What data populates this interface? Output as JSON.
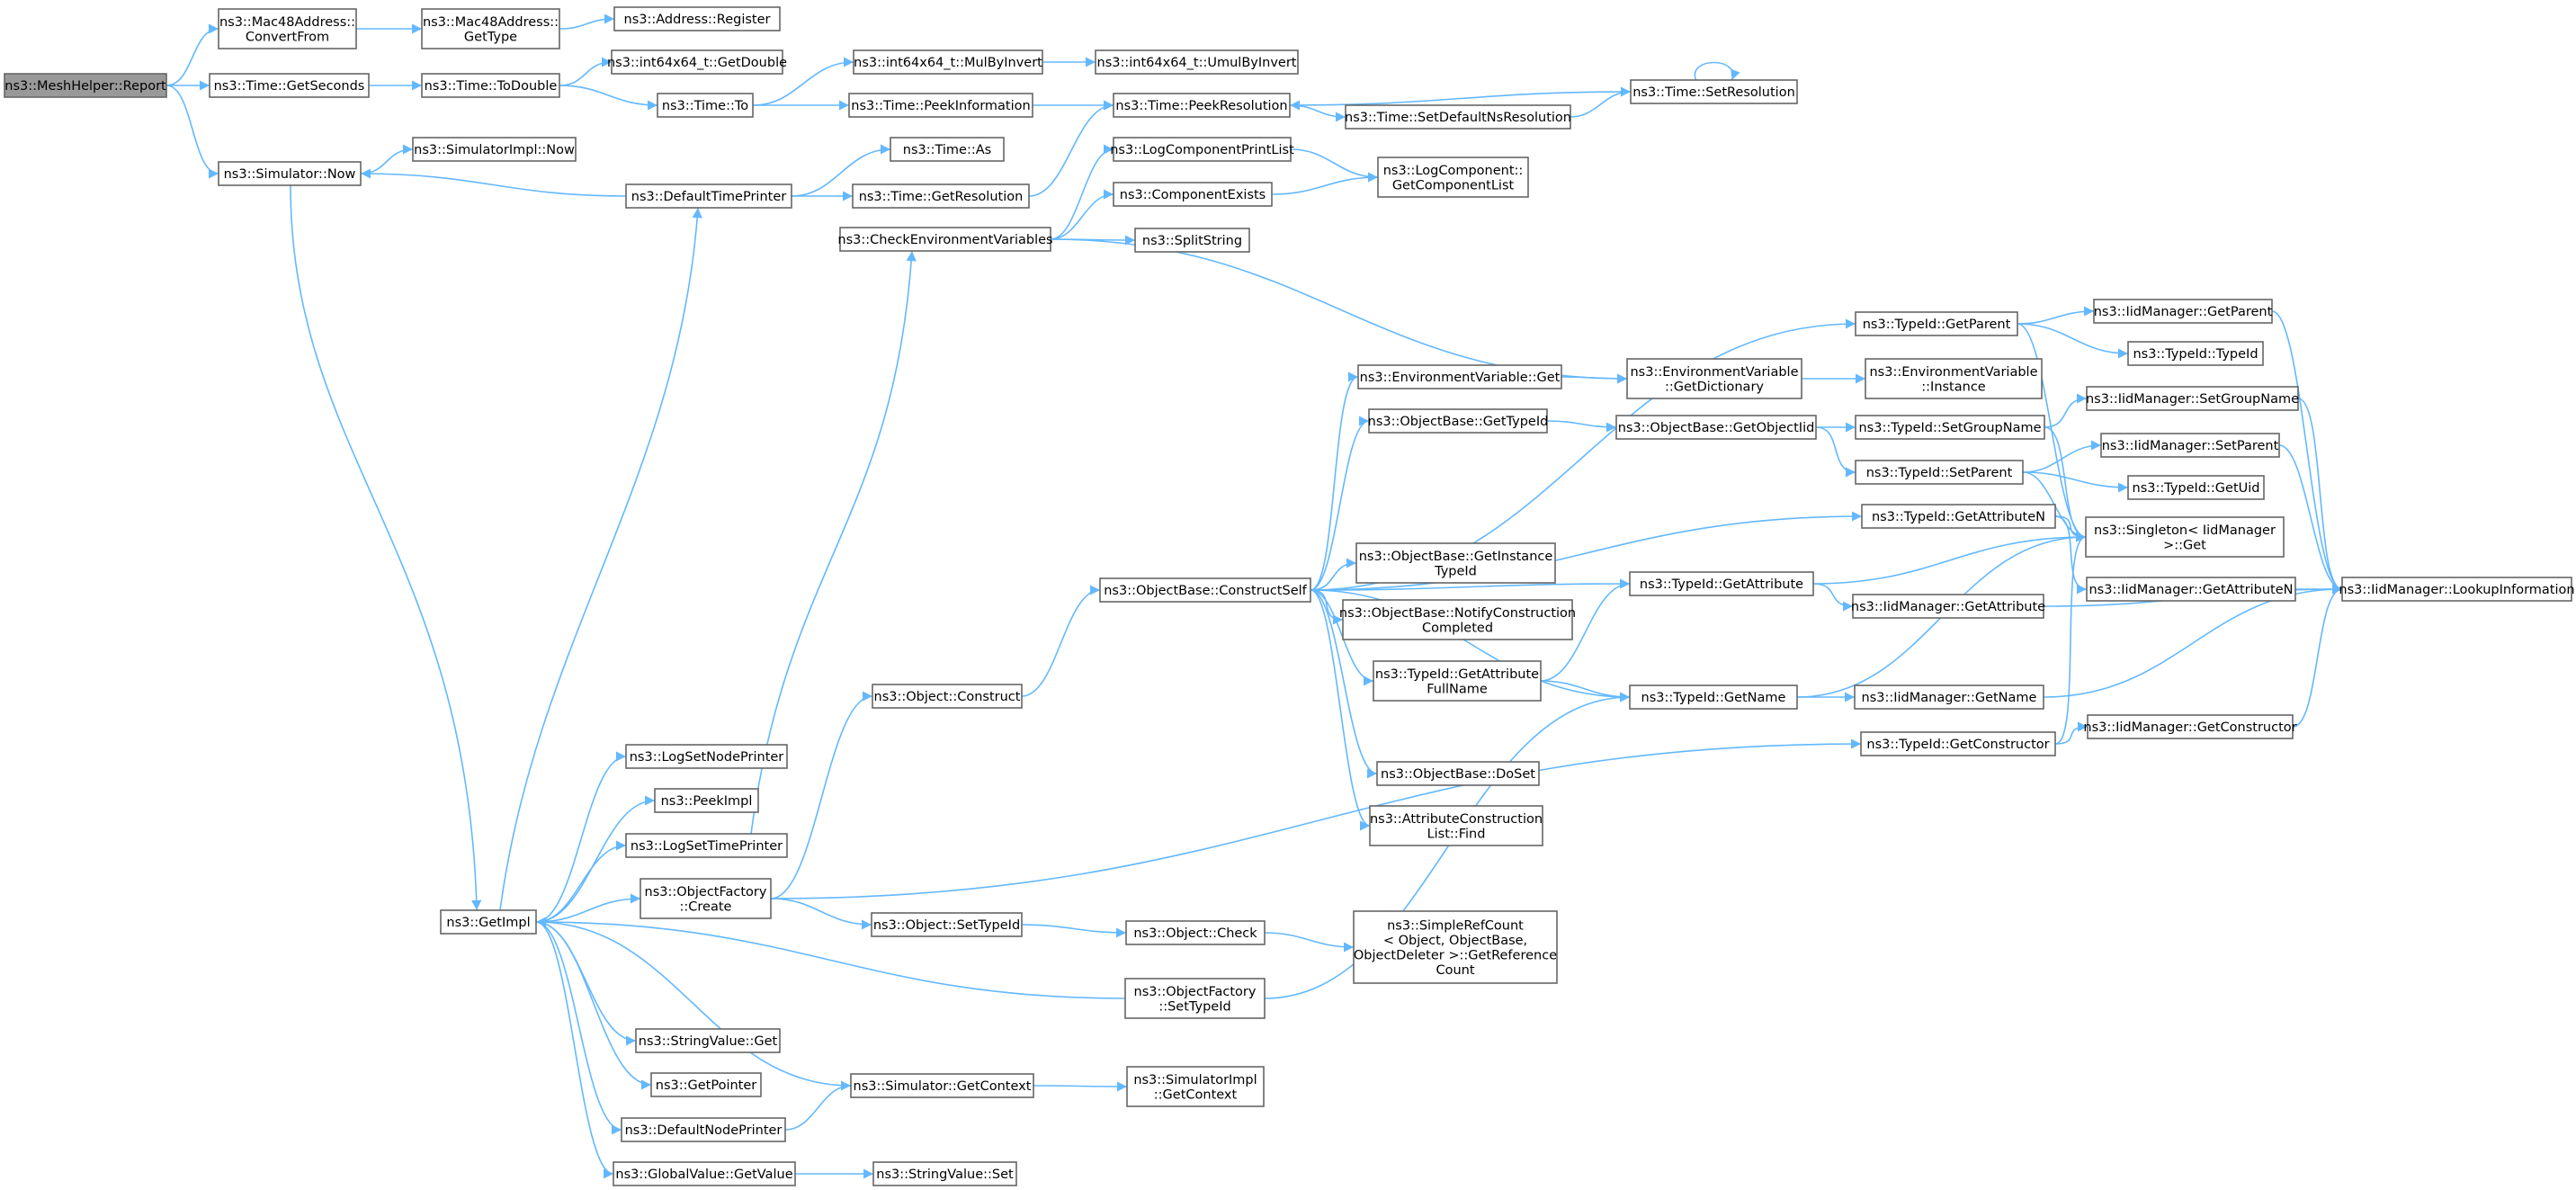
{
  "graph": {
    "nodes": [
      {
        "id": "report",
        "lines": [
          "ns3::MeshHelper::Report"
        ],
        "root": true
      },
      {
        "id": "mac48_convertfrom",
        "lines": [
          "ns3::Mac48Address::",
          "ConvertFrom"
        ]
      },
      {
        "id": "mac48_gettype",
        "lines": [
          "ns3::Mac48Address::",
          "GetType"
        ]
      },
      {
        "id": "address_register",
        "lines": [
          "ns3::Address::Register"
        ]
      },
      {
        "id": "time_getseconds",
        "lines": [
          "ns3::Time::GetSeconds"
        ]
      },
      {
        "id": "time_todouble",
        "lines": [
          "ns3::Time::ToDouble"
        ]
      },
      {
        "id": "int64_getdouble",
        "lines": [
          "ns3::int64x64_t::GetDouble"
        ]
      },
      {
        "id": "time_to",
        "lines": [
          "ns3::Time::To"
        ]
      },
      {
        "id": "int64_mulbyinvert",
        "lines": [
          "ns3::int64x64_t::MulByInvert"
        ]
      },
      {
        "id": "int64_umulbyinvert",
        "lines": [
          "ns3::int64x64_t::UmulByInvert"
        ]
      },
      {
        "id": "time_peekinformation",
        "lines": [
          "ns3::Time::PeekInformation"
        ]
      },
      {
        "id": "time_peekresolution",
        "lines": [
          "ns3::Time::PeekResolution"
        ]
      },
      {
        "id": "time_setdefaultnsresolution",
        "lines": [
          "ns3::Time::SetDefaultNsResolution"
        ]
      },
      {
        "id": "time_setresolution",
        "lines": [
          "ns3::Time::SetResolution"
        ]
      },
      {
        "id": "simulator_now",
        "lines": [
          "ns3::Simulator::Now"
        ]
      },
      {
        "id": "simulatorimpl_now",
        "lines": [
          "ns3::SimulatorImpl::Now"
        ]
      },
      {
        "id": "defaulttimeprinter",
        "lines": [
          "ns3::DefaultTimePrinter"
        ]
      },
      {
        "id": "time_as",
        "lines": [
          "ns3::Time::As"
        ]
      },
      {
        "id": "time_getresolution",
        "lines": [
          "ns3::Time::GetResolution"
        ]
      },
      {
        "id": "logcomponentprintlist",
        "lines": [
          "ns3::LogComponentPrintList"
        ]
      },
      {
        "id": "logcomponent_getcomponentlist",
        "lines": [
          "ns3::LogComponent::",
          "GetComponentList"
        ]
      },
      {
        "id": "componentexists",
        "lines": [
          "ns3::ComponentExists"
        ]
      },
      {
        "id": "checkenvironmentvariables",
        "lines": [
          "ns3::CheckEnvironmentVariables"
        ]
      },
      {
        "id": "splitstring",
        "lines": [
          "ns3::SplitString"
        ]
      },
      {
        "id": "typeid_getparent",
        "lines": [
          "ns3::TypeId::GetParent"
        ]
      },
      {
        "id": "iidmanager_getparent",
        "lines": [
          "ns3::IidManager::GetParent"
        ]
      },
      {
        "id": "typeid_typeid",
        "lines": [
          "ns3::TypeId::TypeId"
        ]
      },
      {
        "id": "envvar_get",
        "lines": [
          "ns3::EnvironmentVariable::Get"
        ]
      },
      {
        "id": "envvar_getdictionary",
        "lines": [
          "ns3::EnvironmentVariable",
          "::GetDictionary"
        ]
      },
      {
        "id": "envvar_instance",
        "lines": [
          "ns3::EnvironmentVariable",
          "::Instance"
        ]
      },
      {
        "id": "iidmanager_setgroupname",
        "lines": [
          "ns3::IidManager::SetGroupName"
        ]
      },
      {
        "id": "objectbase_gettypeid",
        "lines": [
          "ns3::ObjectBase::GetTypeId"
        ]
      },
      {
        "id": "objectbase_getobjectiid",
        "lines": [
          "ns3::ObjectBase::GetObjectIid"
        ]
      },
      {
        "id": "typeid_setgroupname",
        "lines": [
          "ns3::TypeId::SetGroupName"
        ]
      },
      {
        "id": "iidmanager_setparent",
        "lines": [
          "ns3::IidManager::SetParent"
        ]
      },
      {
        "id": "typeid_setparent",
        "lines": [
          "ns3::TypeId::SetParent"
        ]
      },
      {
        "id": "typeid_getuid",
        "lines": [
          "ns3::TypeId::GetUid"
        ]
      },
      {
        "id": "typeid_getattributen",
        "lines": [
          "ns3::TypeId::GetAttributeN"
        ]
      },
      {
        "id": "singleton_get",
        "lines": [
          "ns3::Singleton< IidManager",
          "  >::Get"
        ]
      },
      {
        "id": "objectbase_getinstancetypeid",
        "lines": [
          "ns3::ObjectBase::GetInstance",
          "TypeId"
        ]
      },
      {
        "id": "objectbase_constructself",
        "lines": [
          "ns3::ObjectBase::ConstructSelf"
        ]
      },
      {
        "id": "typeid_getattribute",
        "lines": [
          "ns3::TypeId::GetAttribute"
        ]
      },
      {
        "id": "iidmanager_getattributen",
        "lines": [
          "ns3::IidManager::GetAttributeN"
        ]
      },
      {
        "id": "iidmanager_lookupinformation",
        "lines": [
          "ns3::IidManager::LookupInformation"
        ]
      },
      {
        "id": "iidmanager_getattribute",
        "lines": [
          "ns3::IidManager::GetAttribute"
        ]
      },
      {
        "id": "objectbase_notifyconstructioncompleted",
        "lines": [
          "ns3::ObjectBase::NotifyConstruction",
          "Completed"
        ]
      },
      {
        "id": "typeid_getattributefullname",
        "lines": [
          "ns3::TypeId::GetAttribute",
          "FullName"
        ]
      },
      {
        "id": "object_construct",
        "lines": [
          "ns3::Object::Construct"
        ]
      },
      {
        "id": "typeid_getname",
        "lines": [
          "ns3::TypeId::GetName"
        ]
      },
      {
        "id": "iidmanager_getname",
        "lines": [
          "ns3::IidManager::GetName"
        ]
      },
      {
        "id": "iidmanager_getconstructor",
        "lines": [
          "ns3::IidManager::GetConstructor"
        ]
      },
      {
        "id": "typeid_getconstructor",
        "lines": [
          "ns3::TypeId::GetConstructor"
        ]
      },
      {
        "id": "objectbase_doset",
        "lines": [
          "ns3::ObjectBase::DoSet"
        ]
      },
      {
        "id": "logsetnodeprinter",
        "lines": [
          "ns3::LogSetNodePrinter"
        ]
      },
      {
        "id": "attributeconstructionlist_find",
        "lines": [
          "ns3::AttributeConstruction",
          "List::Find"
        ]
      },
      {
        "id": "peekimpl",
        "lines": [
          "ns3::PeekImpl"
        ]
      },
      {
        "id": "logsettimeprinter",
        "lines": [
          "ns3::LogSetTimePrinter"
        ]
      },
      {
        "id": "objectfactory_create",
        "lines": [
          "ns3::ObjectFactory",
          "::Create"
        ]
      },
      {
        "id": "getimpl",
        "lines": [
          "ns3::GetImpl"
        ]
      },
      {
        "id": "object_settypeid",
        "lines": [
          "ns3::Object::SetTypeId"
        ]
      },
      {
        "id": "object_check",
        "lines": [
          "ns3::Object::Check"
        ]
      },
      {
        "id": "simplerefcount_getreferencecount",
        "lines": [
          "ns3::SimpleRefCount",
          "< Object, ObjectBase,",
          "ObjectDeleter >::GetReference",
          "Count"
        ]
      },
      {
        "id": "objectfactory_settypeid",
        "lines": [
          "ns3::ObjectFactory",
          "::SetTypeId"
        ]
      },
      {
        "id": "stringvalue_get",
        "lines": [
          "ns3::StringValue::Get"
        ]
      },
      {
        "id": "getpointer",
        "lines": [
          "ns3::GetPointer"
        ]
      },
      {
        "id": "simulator_getcontext",
        "lines": [
          "ns3::Simulator::GetContext"
        ]
      },
      {
        "id": "simulatorimpl_getcontext",
        "lines": [
          "ns3::SimulatorImpl",
          "::GetContext"
        ]
      },
      {
        "id": "defaultnodeprinter",
        "lines": [
          "ns3::DefaultNodePrinter"
        ]
      },
      {
        "id": "globalvalue_getvalue",
        "lines": [
          "ns3::GlobalValue::GetValue"
        ]
      },
      {
        "id": "stringvalue_set",
        "lines": [
          "ns3::StringValue::Set"
        ]
      }
    ]
  }
}
